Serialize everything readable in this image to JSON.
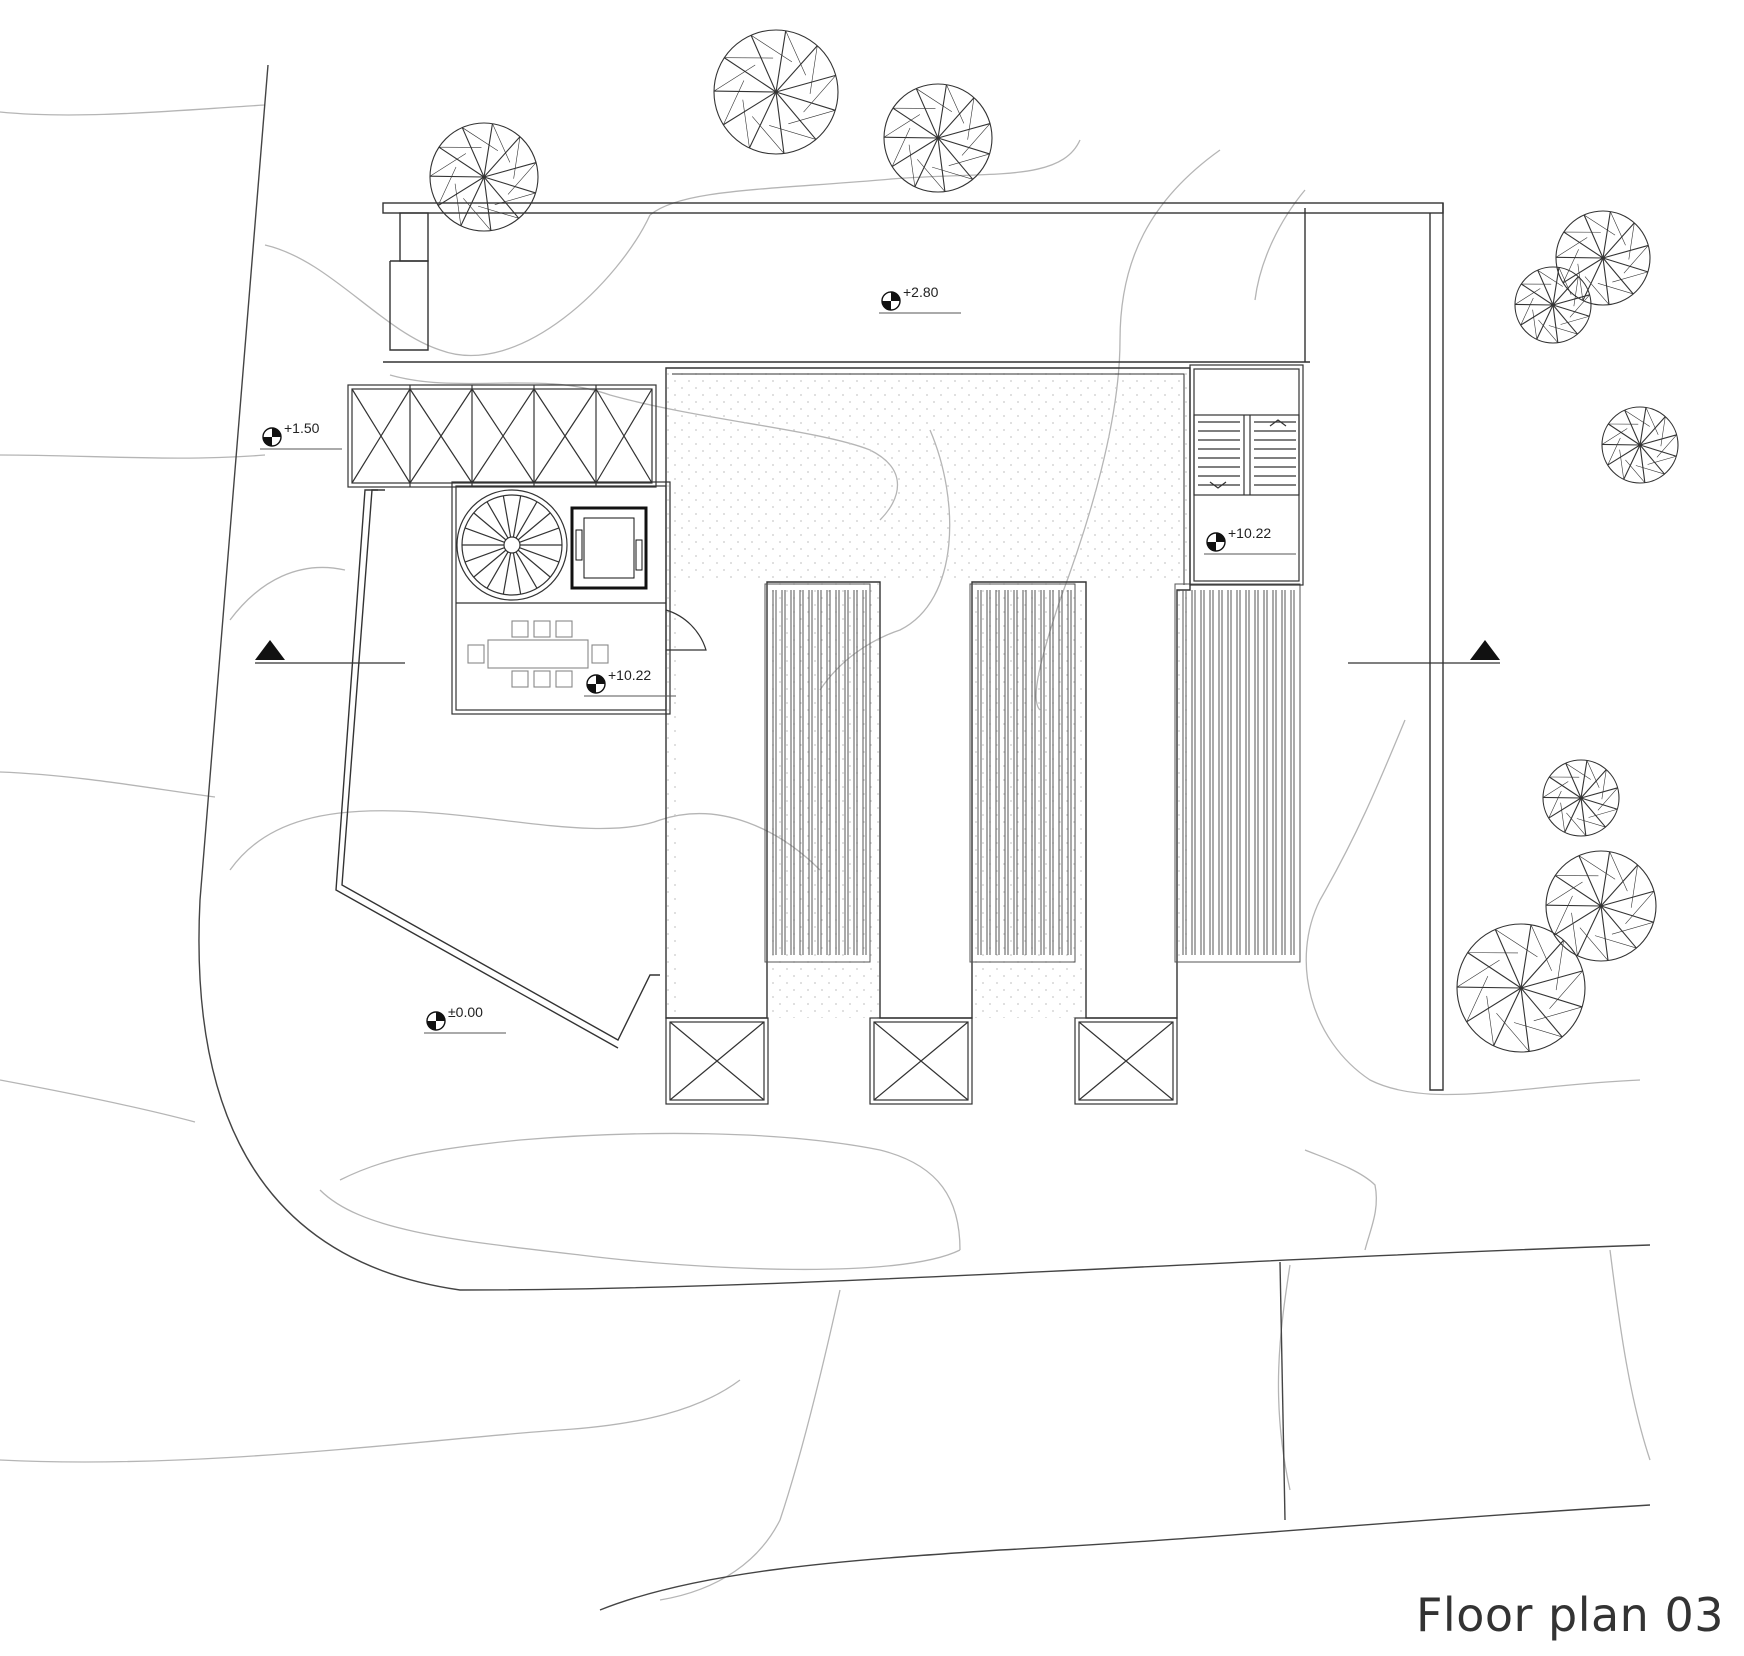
{
  "title": "Floor plan 03",
  "levels": {
    "top_yard": "+2.80",
    "west_terrace": "+1.50",
    "stair_core": "+10.22",
    "lounge": "+10.22",
    "ground": "±0.00"
  },
  "colors": {
    "line": "#333333",
    "contour": "#b5b5b5",
    "roof_dot": "#c9c9c9",
    "marker": "#111111"
  },
  "icons": [
    "tree-icon",
    "level-marker-icon",
    "section-arrow-icon",
    "spiral-stair-icon",
    "stair-icon",
    "elevator-icon",
    "dining-table-icon"
  ]
}
